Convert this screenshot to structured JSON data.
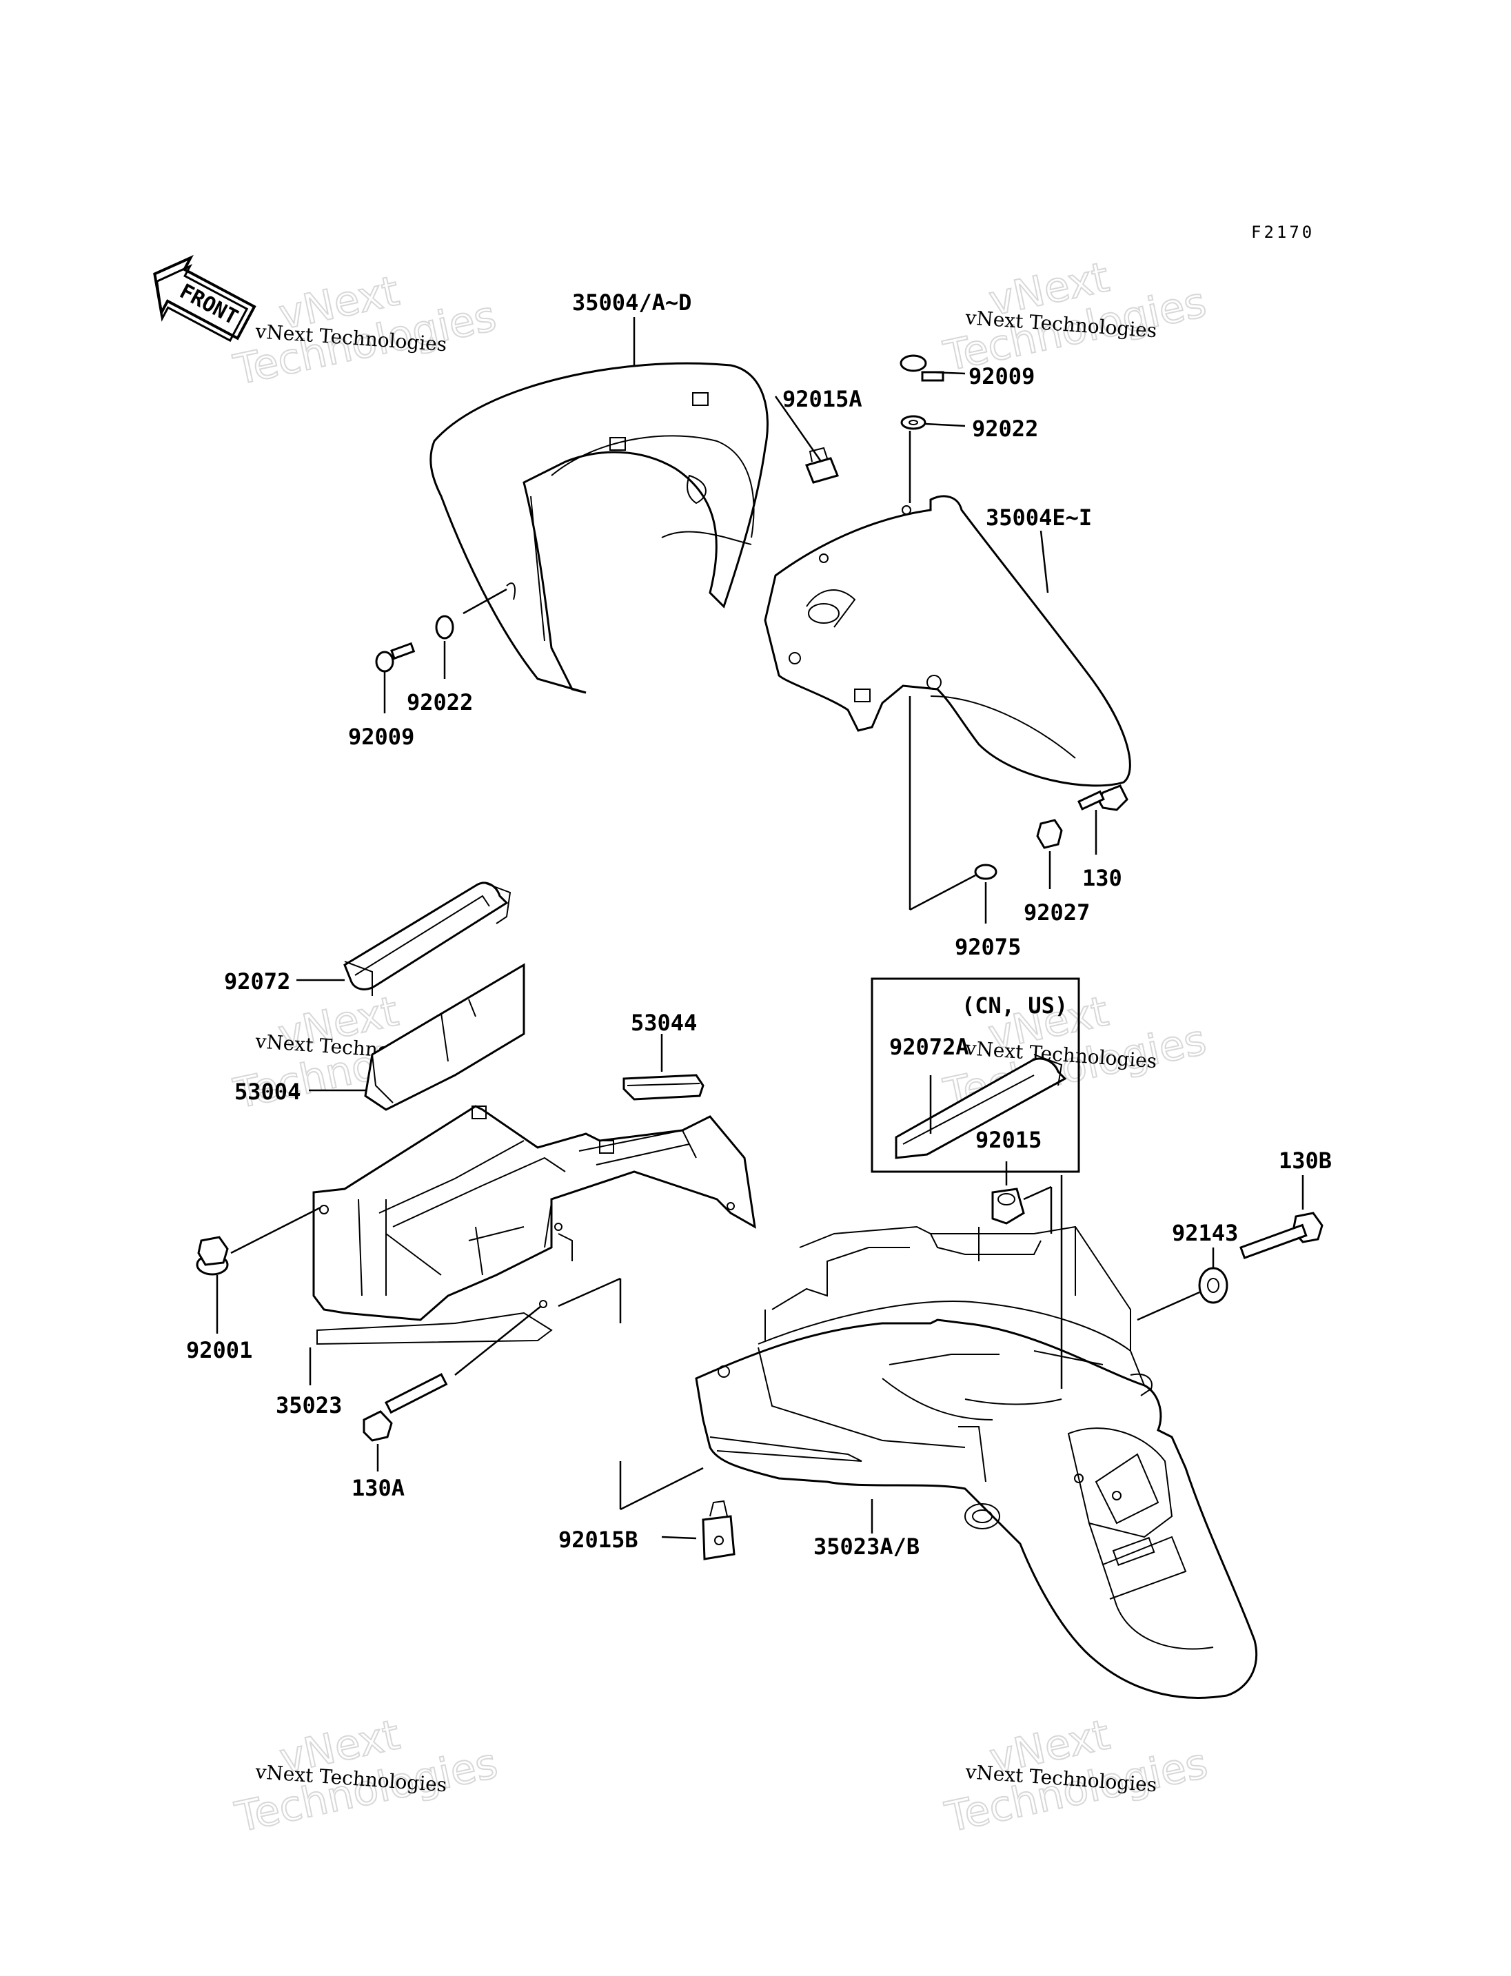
{
  "figure": {
    "ref_code": "F2170",
    "direction_tag": "FRONT"
  },
  "callouts": [
    {
      "id": "front-fender-upper",
      "label": "35004/A~D"
    },
    {
      "id": "clip-front",
      "label": "92015A"
    },
    {
      "id": "bolt-top",
      "label": "92009"
    },
    {
      "id": "washer-top",
      "label": "92022"
    },
    {
      "id": "front-fender-lower",
      "label": "35004E~I"
    },
    {
      "id": "washer-left",
      "label": "92022"
    },
    {
      "id": "bolt-left",
      "label": "92009"
    },
    {
      "id": "bolt-fender",
      "label": "130"
    },
    {
      "id": "nut-fender",
      "label": "92027"
    },
    {
      "id": "washer-fender",
      "label": "92075"
    },
    {
      "id": "strap",
      "label": "92072"
    },
    {
      "id": "battery-case",
      "label": "53004"
    },
    {
      "id": "pad",
      "label": "53044"
    },
    {
      "id": "inset-region",
      "label": "(CN, US)"
    },
    {
      "id": "strap-inset",
      "label": "92072A"
    },
    {
      "id": "grommet",
      "label": "92015"
    },
    {
      "id": "bolt-rear",
      "label": "130B"
    },
    {
      "id": "collar-rear",
      "label": "92143"
    },
    {
      "id": "flange-nut",
      "label": "92001"
    },
    {
      "id": "inner-fender",
      "label": "35023"
    },
    {
      "id": "bolt-inner",
      "label": "130A"
    },
    {
      "id": "clip-rear",
      "label": "92015B"
    },
    {
      "id": "rear-fender",
      "label": "35023A/B"
    }
  ],
  "watermark": {
    "line1": "vNext Technologies",
    "line2": "vNext",
    "line3": "Technologies"
  }
}
